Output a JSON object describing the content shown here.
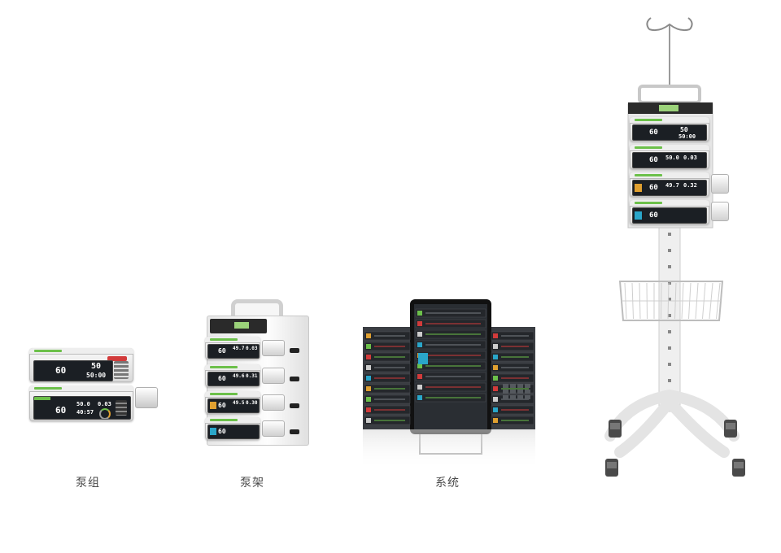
{
  "captions": {
    "pump_group": "泵组",
    "pump_rack": "泵架",
    "system": "系统"
  },
  "pump_group": {
    "top": {
      "rate": "60",
      "volume": "50",
      "time": "50:00"
    },
    "bottom": {
      "rate": "60",
      "volume": "50.0",
      "rate2": "0.03",
      "time": "40:57"
    }
  },
  "pump_rack": {
    "units": [
      {
        "rate": "60",
        "volume": "49.7",
        "rate2": "0.03"
      },
      {
        "rate": "60",
        "volume": "49.6",
        "rate2": "0.31"
      },
      {
        "rate": "60",
        "volume": "49.5",
        "rate2": "0.30"
      },
      {
        "rate": "60",
        "volume": "",
        "rate2": ""
      }
    ]
  },
  "cart": {
    "units": [
      {
        "rate": "60",
        "volume": "50",
        "time": "50:00"
      },
      {
        "rate": "60",
        "volume": "50.0",
        "rate2": "0.03"
      },
      {
        "rate": "60",
        "volume": "49.7",
        "rate2": "0.32"
      },
      {
        "rate": "60",
        "volume": "",
        "rate2": ""
      }
    ]
  },
  "colors": {
    "accent_green": "#6cc04a",
    "warn_orange": "#e0a030",
    "alarm_red": "#d23b3b",
    "info_blue": "#2aa6c9"
  }
}
